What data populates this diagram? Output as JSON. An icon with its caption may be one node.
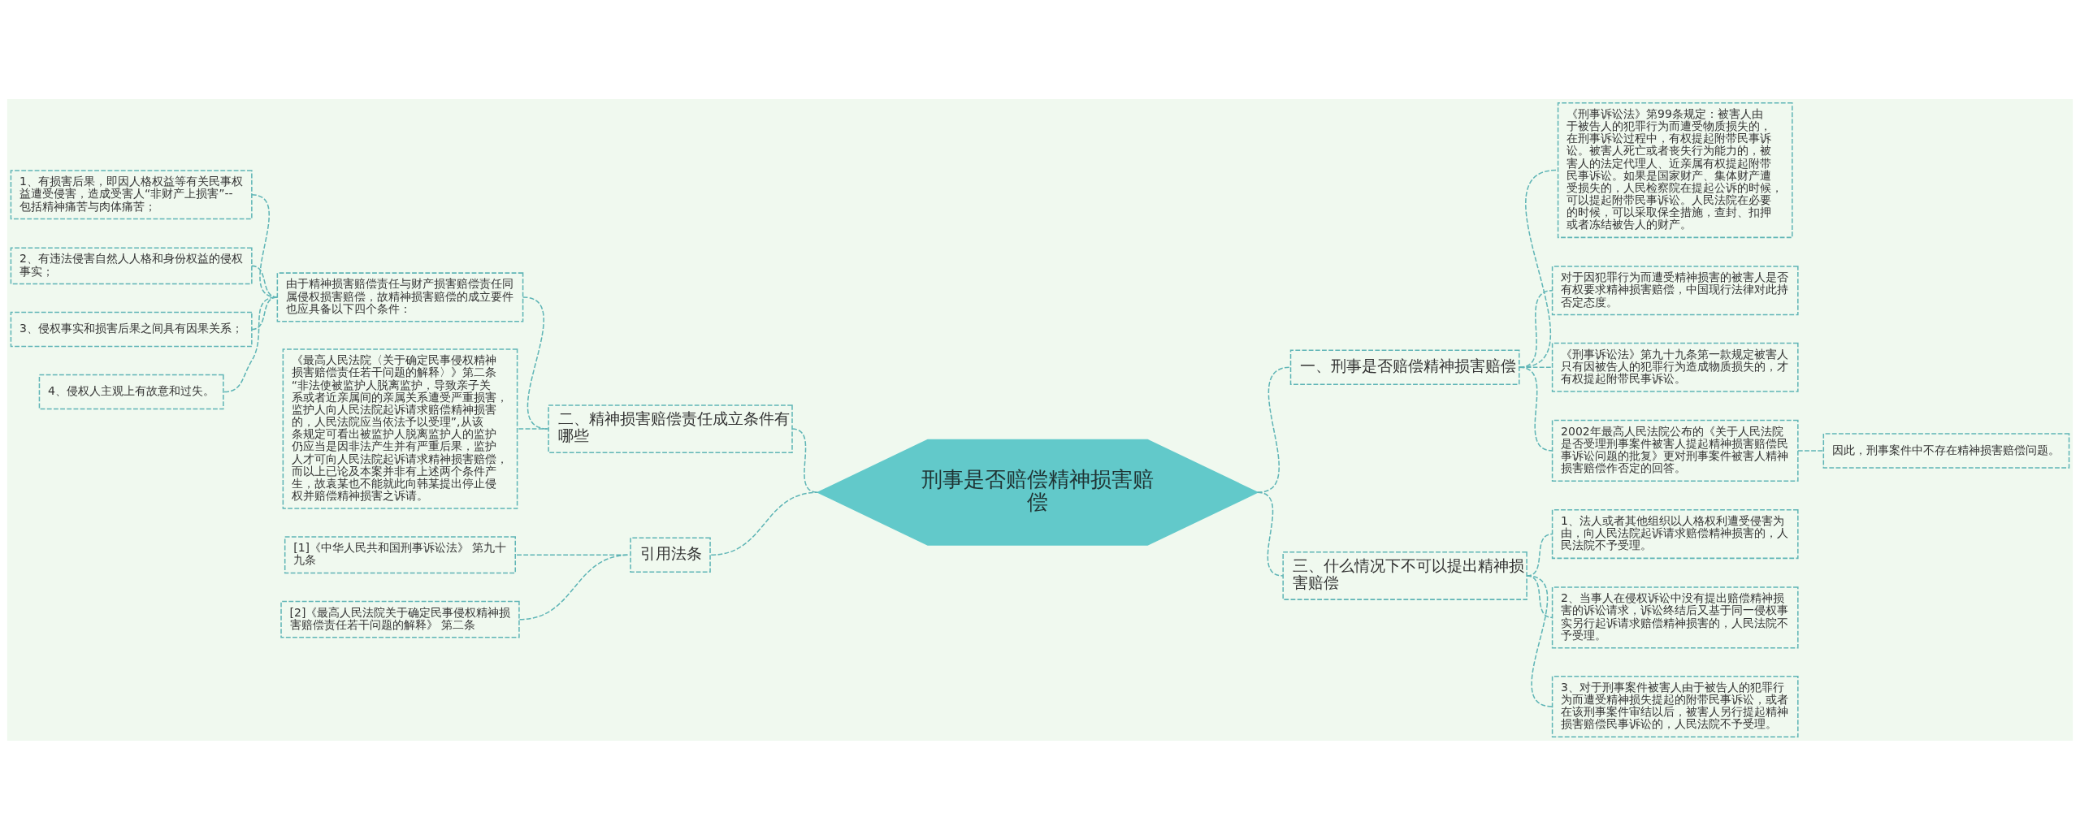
{
  "diagram": {
    "nodes": [
      {
        "text": [
          "刑事是否赔偿精神损害赔偿"
        ]
      },
      {
        "text": [
          "二、精神损害赔偿责任成立条件有哪些"
        ]
      },
      {
        "text": [
          "由于精神损害赔偿责任与财产损害赔偿责任同属侵权损害赔偿，故精神损害赔偿的成立要件也应具备以下四个条件："
        ]
      },
      {
        "text": [
          "1、有损害后果，即因人格权益等有关民事权益遭受侵害，造成受害人“非财产上损害”--包括精神痛苦与肉体痛苦；"
        ]
      },
      {
        "text": [
          "2、有违法侵害自然人人格和身份权益的侵权事实；"
        ]
      },
      {
        "text": [
          "3、侵权事实和损害后果之间具有因果关系；"
        ]
      },
      {
        "text": [
          "4、侵权人主观上有故意和过失。"
        ]
      },
      {
        "text": [
          "《最高人民法院〈关于确定民事侵权精神损害赔偿责任若干问题的解释〉》第二条“非法使被监护人脱离监护，导致亲子关系或者近亲属间的亲属关系遭受严重损害，监护人向人民法院起诉请求赔偿精神损害的，人民法院应当依法予以受理”,从该条规定可看出被监护人脱离监护人的监护仍应当是因非法产生并有严重后果，监护人才可向人民法院起诉请求精神损害赔偿，而以上已论及本案并非有上述两个条件产生，故袁某也不能就此向韩某提出停止侵权并赔偿精神损害之诉请。"
        ]
      },
      {
        "text": [
          "引用法条"
        ]
      },
      {
        "text": [
          "[1]《中华人民共和国刑事诉讼法》 第九十九条"
        ]
      },
      {
        "text": [
          "[2]《最高人民法院关于确定民事侵权精神损害赔偿责任若干问题的解释》 第二条"
        ]
      },
      {
        "text": [
          "一、刑事是否赔偿精神损害赔偿"
        ]
      },
      {
        "text": [
          "《刑事诉讼法》第99条规定：被害人由于被告人的犯罪行为而遭受物质损失的，在刑事诉讼过程中，有权提起附带民事诉讼。被害人死亡或者丧失行为能力的，被害人的法定代理人、近亲属有权提起附带民事诉讼。如果是国家财产、集体财产遭受损失的，人民检察院在提起公诉的时候，可以提起附带民事诉讼。人民法院在必要的时候，可以采取保全措施，查封、扣押或者冻结被告人的财产。"
        ]
      },
      {
        "text": [
          "对于因犯罪行为而遭受精神损害的被害人是否有权要求精神损害赔偿，中国现行法律对此持否定态度。"
        ]
      },
      {
        "text": [
          "《刑事诉讼法》第九十九条第一款规定被害人只有因被告人的犯罪行为造成物质损失的，才有权提起附带民事诉讼。"
        ]
      },
      {
        "text": [
          "2002年最高人民法院公布的《关于人民法院是否受理刑事案件被害人提起精神损害赔偿民事诉讼问题的批复》更对刑事案件被害人精神损害赔偿作否定的回答。"
        ]
      },
      {
        "text": [
          "因此，刑事案件中不存在精神损害赔偿问题。"
        ]
      },
      {
        "text": [
          "三、什么情况下不可以提出精神损害赔偿"
        ]
      },
      {
        "text": [
          "1、法人或者其他组织以人格权利遭受侵害为由，向人民法院起诉请求赔偿精神损害的，人民法院不予受理。"
        ]
      },
      {
        "text": [
          "2、当事人在侵权诉讼中没有提出赔偿精神损害的诉讼请求，诉讼终结后又基于同一侵权事实另行起诉请求赔偿精神损害的，人民法院不予受理。"
        ]
      },
      {
        "text": [
          "3、对于刑事案件被害人由于被告人的犯罪行为而遭受精神损失提起的附带民事诉讼，或者在该刑事案件审结以后，被害人另行提起精神损害赔偿民事诉讼的，人民法院不予受理。"
        ]
      }
    ],
    "edges": [
      {
        "from": 0,
        "to": 1,
        "arrow": "none",
        "style": "dashed"
      },
      {
        "from": 1,
        "to": 2,
        "arrow": "none",
        "style": "dashed"
      },
      {
        "from": 2,
        "to": 3,
        "arrow": "none",
        "style": "dashed"
      },
      {
        "from": 2,
        "to": 4,
        "arrow": "none",
        "style": "dashed"
      },
      {
        "from": 2,
        "to": 5,
        "arrow": "none",
        "style": "dashed"
      },
      {
        "from": 2,
        "to": 6,
        "arrow": "none",
        "style": "dashed"
      },
      {
        "from": 1,
        "to": 7,
        "arrow": "none",
        "style": "dashed"
      },
      {
        "from": 0,
        "to": 8,
        "arrow": "none",
        "style": "dashed"
      },
      {
        "from": 8,
        "to": 9,
        "arrow": "none",
        "style": "dashed"
      },
      {
        "from": 8,
        "to": 10,
        "arrow": "none",
        "style": "dashed"
      },
      {
        "from": 0,
        "to": 11,
        "arrow": "none",
        "style": "dashed"
      },
      {
        "from": 11,
        "to": 12,
        "arrow": "none",
        "style": "dashed"
      },
      {
        "from": 11,
        "to": 13,
        "arrow": "none",
        "style": "dashed"
      },
      {
        "from": 11,
        "to": 14,
        "arrow": "none",
        "style": "dashed"
      },
      {
        "from": 11,
        "to": 15,
        "arrow": "none",
        "style": "dashed"
      },
      {
        "from": 15,
        "to": 16,
        "arrow": "none",
        "style": "dashed"
      },
      {
        "from": 0,
        "to": 17,
        "arrow": "none",
        "style": "dashed"
      },
      {
        "from": 17,
        "to": 18,
        "arrow": "none",
        "style": "dashed"
      },
      {
        "from": 17,
        "to": 19,
        "arrow": "none",
        "style": "dashed"
      },
      {
        "from": 17,
        "to": 20,
        "arrow": "none",
        "style": "dashed"
      }
    ]
  }
}
